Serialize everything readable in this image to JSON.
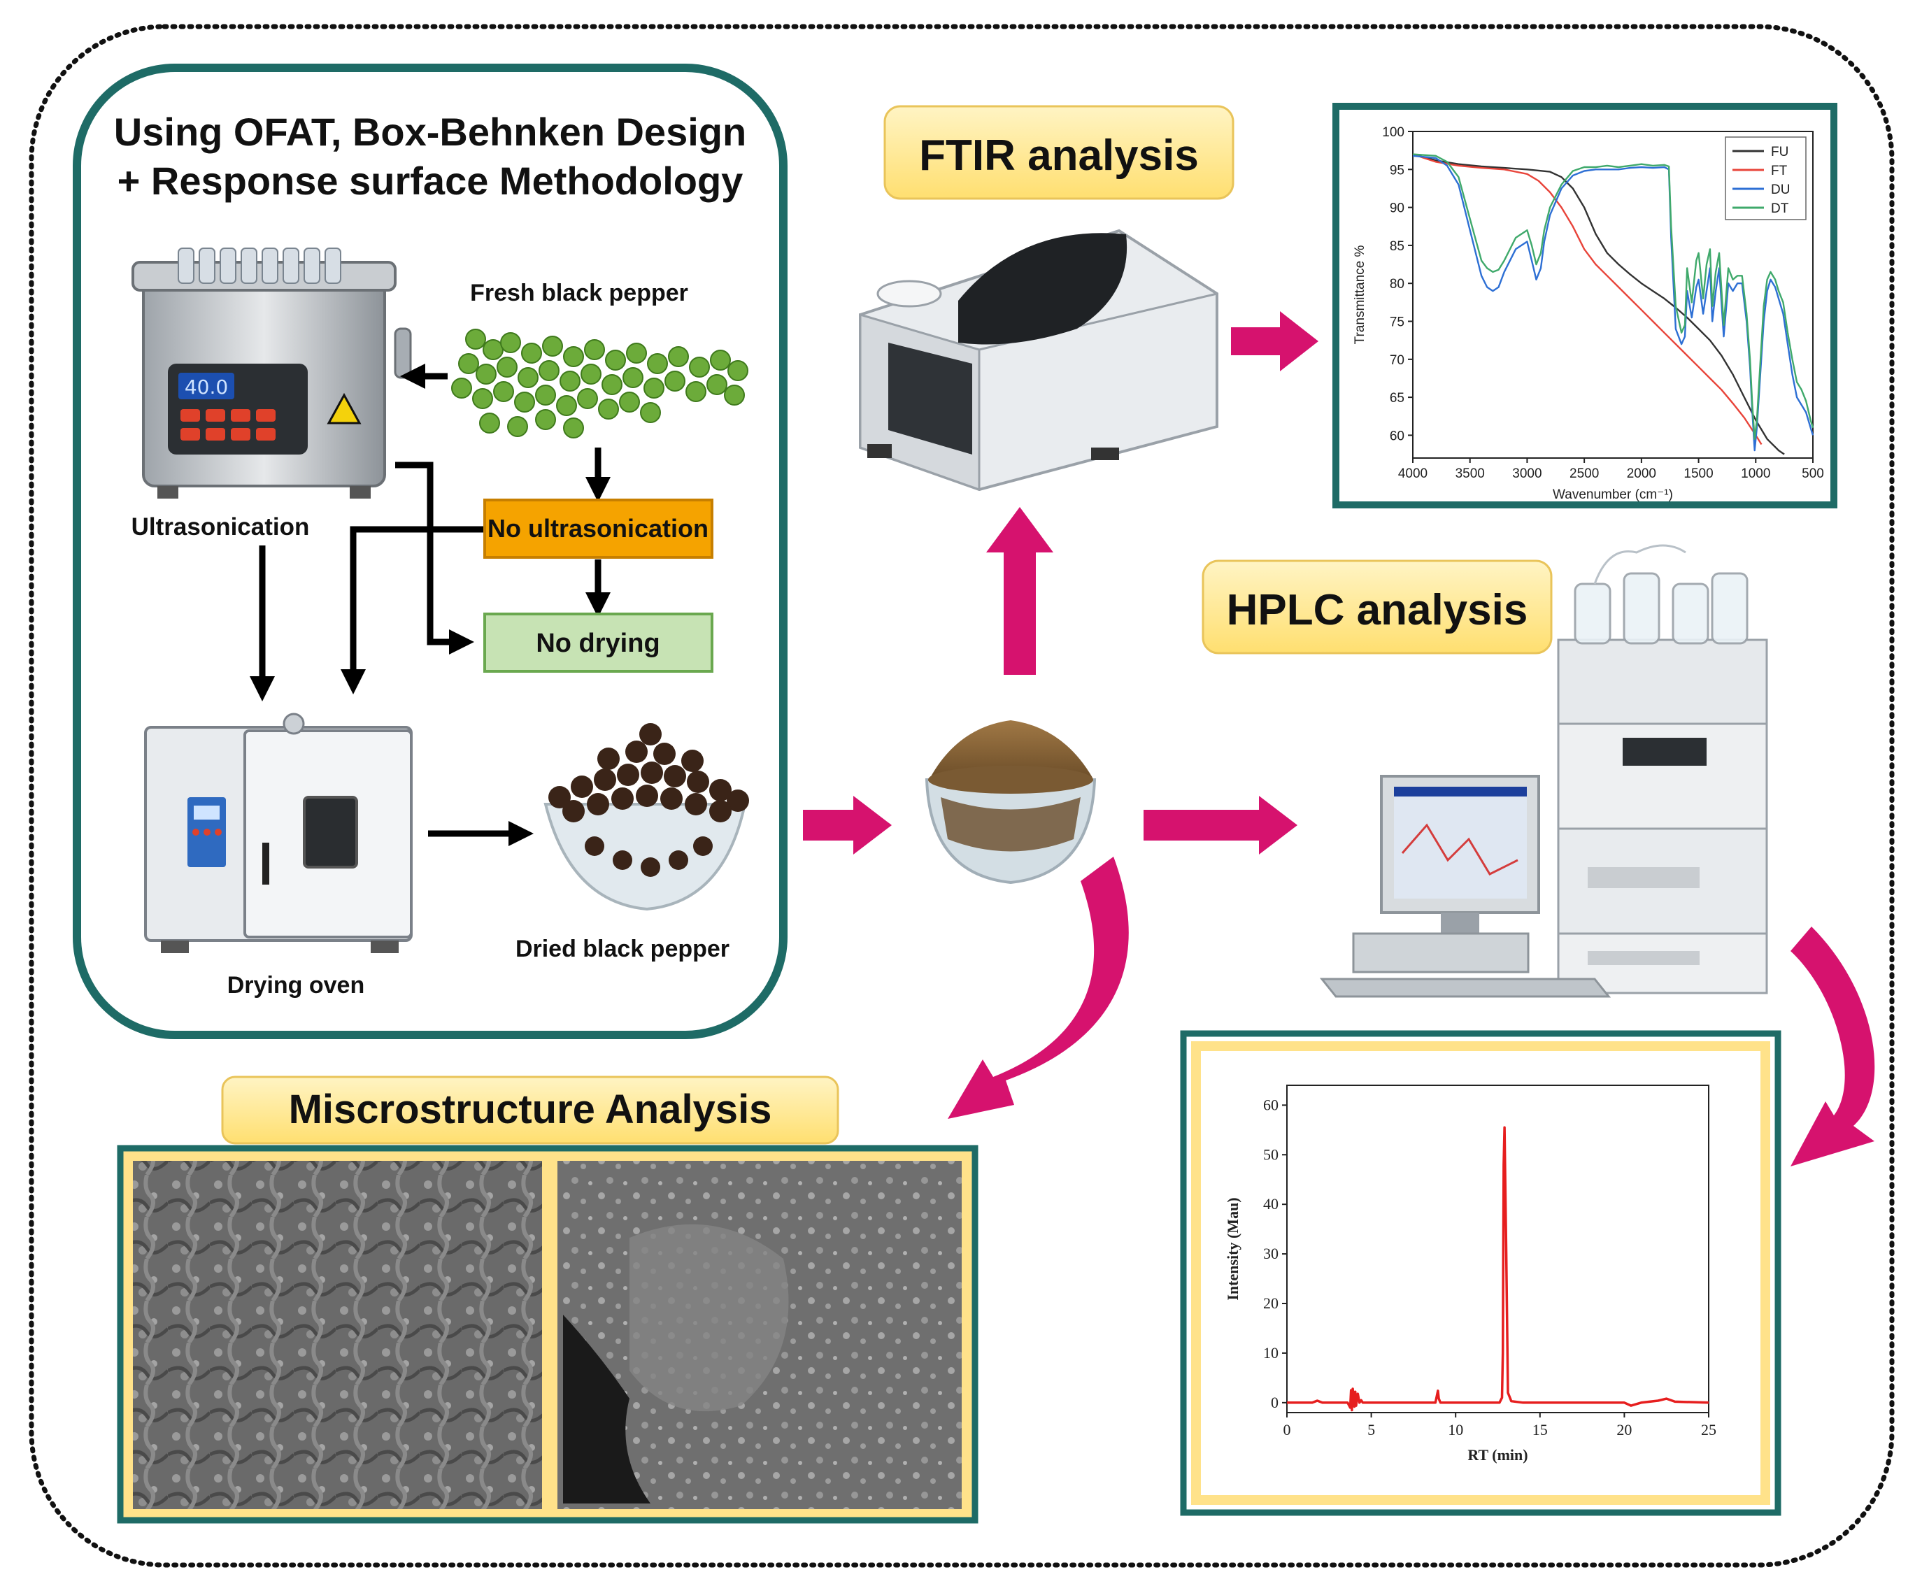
{
  "left_panel": {
    "title_line1": "Using OFAT, Box-Behnken Design",
    "title_line2": "+ Response surface Methodology",
    "fresh_label": "Fresh black pepper",
    "ultra_label": "Ultrasonication",
    "no_ultra_label": "No ultrasonication",
    "no_drying_label": "No drying",
    "oven_label": "Drying oven",
    "dried_label": "Dried black pepper",
    "bath_display": "40.0"
  },
  "ftir_title": "FTIR analysis",
  "hplc_title": "HPLC analysis",
  "micro_title": "Miscrostructure Analysis",
  "colors": {
    "frame_teal": "#1e6b66",
    "arrow_magenta": "#d6126e",
    "orange_box": "#f5a300",
    "green_box": "#c7e3b4",
    "green_border": "#6aa84f",
    "title_bg": "#ffe89a"
  },
  "chart_data": [
    {
      "type": "line",
      "xlabel": "Wavenumber (cm⁻¹)",
      "ylabel": "Transmittance %",
      "xlim": [
        4000,
        500
      ],
      "ylim": [
        57,
        100
      ],
      "x_reversed": true,
      "xticks": [
        "4000",
        "3500",
        "3000",
        "2500",
        "2000",
        "1500",
        "1000",
        "500"
      ],
      "yticks": [
        "60",
        "65",
        "70",
        "75",
        "80",
        "85",
        "90",
        "95",
        "100"
      ],
      "legend_position": "top-right",
      "series": [
        {
          "name": "FU",
          "color": "#333333",
          "x": [
            4000,
            3800,
            3600,
            3400,
            3200,
            3000,
            2800,
            2700,
            2600,
            2500,
            2400,
            2300,
            2200,
            2100,
            2000,
            1900,
            1800,
            1700,
            1600,
            1500,
            1400,
            1300,
            1200,
            1100,
            1000,
            900,
            800,
            750
          ],
          "y": [
            97,
            96.2,
            95.7,
            95.4,
            95.2,
            95,
            94.7,
            94,
            92.5,
            90,
            86.5,
            84,
            82.5,
            81.2,
            80,
            79,
            78,
            76.8,
            75.5,
            74,
            72.5,
            70.5,
            68,
            65,
            62,
            59.5,
            58,
            57.5
          ]
        },
        {
          "name": "FT",
          "color": "#e8443a",
          "x": [
            4000,
            3800,
            3600,
            3400,
            3200,
            3000,
            2900,
            2800,
            2700,
            2600,
            2500,
            2400,
            2300,
            2200,
            2100,
            2000,
            1900,
            1800,
            1700,
            1600,
            1500,
            1400,
            1300,
            1200,
            1100,
            1000,
            950
          ],
          "y": [
            97,
            96,
            95.5,
            95.2,
            95,
            94.4,
            93.5,
            92,
            90,
            87.5,
            84.5,
            82.5,
            81,
            79.5,
            78,
            76.5,
            75,
            73.5,
            72,
            70.5,
            69,
            67.5,
            66,
            64.2,
            62.3,
            60,
            58.8
          ]
        },
        {
          "name": "DU",
          "color": "#2d6fd4",
          "x": [
            4000,
            3800,
            3700,
            3600,
            3500,
            3400,
            3350,
            3300,
            3250,
            3200,
            3100,
            3000,
            2960,
            2920,
            2880,
            2850,
            2800,
            2700,
            2600,
            2500,
            2400,
            2300,
            2200,
            2100,
            2000,
            1900,
            1800,
            1760,
            1740,
            1700,
            1650,
            1620,
            1600,
            1560,
            1520,
            1500,
            1460,
            1430,
            1400,
            1380,
            1350,
            1320,
            1280,
            1240,
            1200,
            1160,
            1120,
            1080,
            1050,
            1030,
            1010,
            990,
            960,
            930,
            900,
            870,
            830,
            800,
            760,
            720,
            680,
            640,
            600,
            560,
            520,
            500
          ],
          "y": [
            96.8,
            96.5,
            95.5,
            93,
            87,
            81,
            79.5,
            79,
            79.5,
            81.5,
            84.5,
            85.5,
            83,
            80.5,
            82,
            85.5,
            89,
            92.5,
            94.2,
            94.8,
            95,
            95,
            95,
            95.2,
            95.3,
            95.2,
            95.3,
            95,
            86,
            74,
            72,
            73,
            79,
            75.5,
            79.5,
            80.5,
            76,
            79,
            82,
            75,
            79,
            82,
            73,
            80,
            79,
            80,
            80,
            75,
            69,
            63,
            58,
            61,
            68,
            75,
            79,
            80.5,
            79.5,
            78,
            76,
            72,
            68,
            65,
            64,
            63,
            61,
            60
          ]
        },
        {
          "name": "DT",
          "color": "#3fa96b",
          "x": [
            4000,
            3800,
            3700,
            3600,
            3500,
            3400,
            3350,
            3300,
            3250,
            3200,
            3100,
            3000,
            2960,
            2920,
            2880,
            2850,
            2800,
            2700,
            2600,
            2500,
            2400,
            2300,
            2200,
            2100,
            2000,
            1900,
            1800,
            1760,
            1740,
            1700,
            1650,
            1620,
            1600,
            1560,
            1520,
            1500,
            1460,
            1430,
            1400,
            1380,
            1350,
            1320,
            1280,
            1240,
            1200,
            1160,
            1120,
            1080,
            1050,
            1030,
            1010,
            990,
            960,
            930,
            900,
            870,
            830,
            800,
            760,
            720,
            680,
            640,
            600,
            560,
            520,
            500
          ],
          "y": [
            97,
            96.8,
            96,
            94,
            88.5,
            83,
            82,
            81.5,
            81.8,
            83,
            86,
            87,
            85,
            82.5,
            84,
            87,
            90,
            93,
            94.8,
            95.3,
            95.3,
            95.5,
            95.3,
            95.5,
            95.7,
            95.5,
            95.6,
            95.4,
            87.5,
            77,
            73.5,
            74.5,
            82,
            77.5,
            83,
            84,
            78,
            82.5,
            84.5,
            77,
            81.5,
            84,
            74.5,
            82,
            80.5,
            81,
            81,
            76,
            70,
            64,
            59.5,
            62,
            69.5,
            77,
            80.5,
            81.5,
            80.5,
            79,
            77.5,
            73.5,
            70,
            67,
            66,
            64.5,
            62,
            61
          ]
        }
      ]
    },
    {
      "type": "line",
      "xlabel": "RT (min)",
      "ylabel": "Intensity (Mau)",
      "xlim": [
        0,
        25
      ],
      "ylim": [
        -2,
        64
      ],
      "xticks": [
        "0",
        "5",
        "10",
        "15",
        "20",
        "25"
      ],
      "yticks": [
        "0",
        "10",
        "20",
        "30",
        "40",
        "50",
        "60"
      ],
      "series": [
        {
          "color": "#e61e1e",
          "x": [
            0,
            1.5,
            1.8,
            2.1,
            3.6,
            3.75,
            3.8,
            3.85,
            3.9,
            4,
            4.05,
            4.1,
            4.2,
            4.3,
            4.4,
            4.5,
            5,
            8.8,
            8.9,
            8.95,
            9.0,
            9.1,
            12,
            12.6,
            12.75,
            12.8,
            12.85,
            12.9,
            13.0,
            13.1,
            13.3,
            14,
            18,
            20,
            20.4,
            21,
            22,
            22.5,
            23,
            25
          ],
          "y": [
            0,
            0,
            0.4,
            0,
            0,
            -1,
            2.5,
            -1.5,
            2.8,
            -0.8,
            2.2,
            -0.6,
            1.8,
            0,
            0.5,
            0,
            0,
            0,
            1.6,
            2.4,
            0.8,
            0,
            0,
            0,
            1,
            10,
            48,
            55.5,
            30,
            2,
            0.3,
            0,
            0,
            0,
            -0.6,
            0,
            0.4,
            0.8,
            0.2,
            0
          ]
        }
      ]
    }
  ]
}
